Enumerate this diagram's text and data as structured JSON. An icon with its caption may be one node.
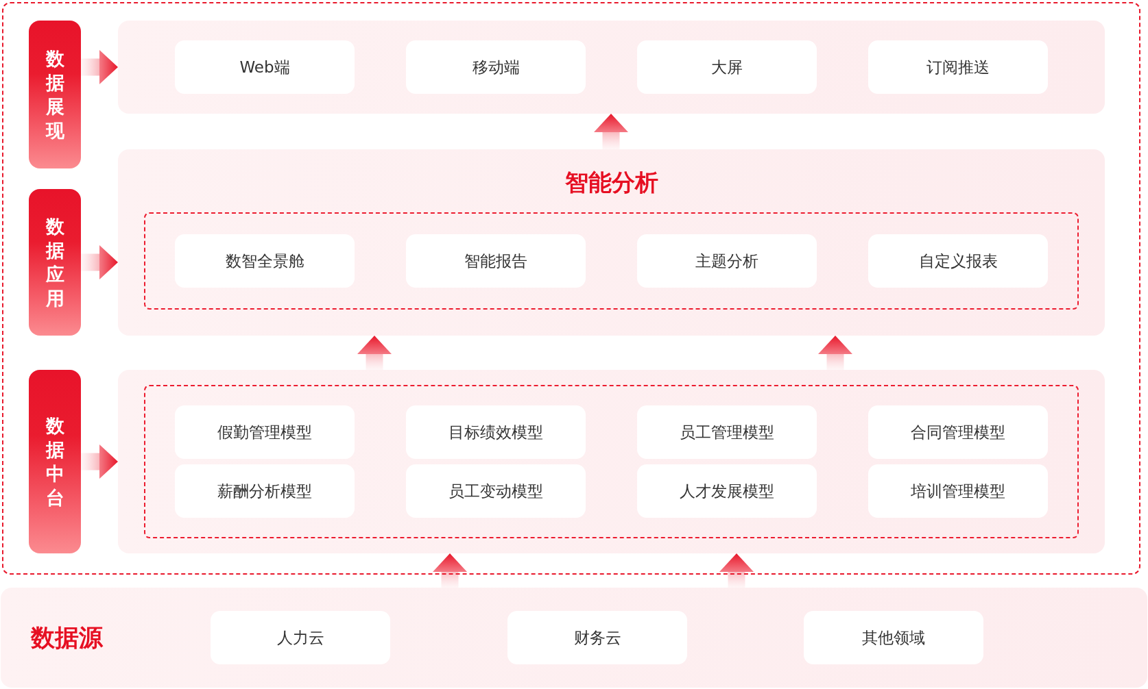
{
  "diagram": {
    "nodes": [
      {
        "text": [],
        "shape": "box"
      },
      {
        "text": [
          "数据展现"
        ],
        "in": 0
      },
      {
        "text": [],
        "shape": "box",
        "in": 0
      },
      {
        "text": [
          "Web端"
        ],
        "in": 2
      },
      {
        "text": [
          "移动端"
        ],
        "in": 2
      },
      {
        "text": [
          "大屏"
        ],
        "in": 2
      },
      {
        "text": [
          "订阅推送"
        ],
        "in": 2
      },
      {
        "text": [
          "数据应用"
        ],
        "in": 0
      },
      {
        "text": [
          "智能分析"
        ],
        "in": 0
      },
      {
        "text": [],
        "shape": "box",
        "in": 8
      },
      {
        "text": [
          "数智全景舱"
        ],
        "in": 9
      },
      {
        "text": [
          "智能报告"
        ],
        "in": 9
      },
      {
        "text": [
          "主题分析"
        ],
        "in": 9
      },
      {
        "text": [
          "自定义报表"
        ],
        "in": 9
      },
      {
        "text": [
          "数据中台"
        ],
        "in": 0
      },
      {
        "text": [],
        "shape": "box",
        "in": 0
      },
      {
        "text": [],
        "shape": "box",
        "in": 15
      },
      {
        "text": [
          "假勤管理模型"
        ],
        "in": 16
      },
      {
        "text": [
          "目标绩效模型"
        ],
        "in": 16
      },
      {
        "text": [
          "员工管理模型"
        ],
        "in": 16
      },
      {
        "text": [
          "合同管理模型"
        ],
        "in": 16
      },
      {
        "text": [
          "薪酬分析模型"
        ],
        "in": 16
      },
      {
        "text": [
          "员工变动模型"
        ],
        "in": 16
      },
      {
        "text": [
          "人才发展模型"
        ],
        "in": 16
      },
      {
        "text": [
          "培训管理模型"
        ],
        "in": 16
      },
      {
        "text": [
          "数据源"
        ]
      },
      {
        "text": [
          "人力云"
        ],
        "in": 25
      },
      {
        "text": [
          "财务云"
        ],
        "in": 25
      },
      {
        "text": [
          "其他领域"
        ],
        "in": 25
      }
    ],
    "edges": [
      {
        "from": 1,
        "to": 2,
        "arrow": "to"
      },
      {
        "from": 8,
        "to": 2,
        "arrow": "to"
      },
      {
        "from": 7,
        "to": 8,
        "arrow": "to"
      },
      {
        "from": 15,
        "to": 8,
        "arrow": "to"
      },
      {
        "from": 15,
        "to": 8,
        "arrow": "to"
      },
      {
        "from": 14,
        "to": 15,
        "arrow": "to"
      },
      {
        "from": 25,
        "to": 15,
        "arrow": "to"
      },
      {
        "from": 25,
        "to": 15,
        "arrow": "to"
      }
    ]
  }
}
